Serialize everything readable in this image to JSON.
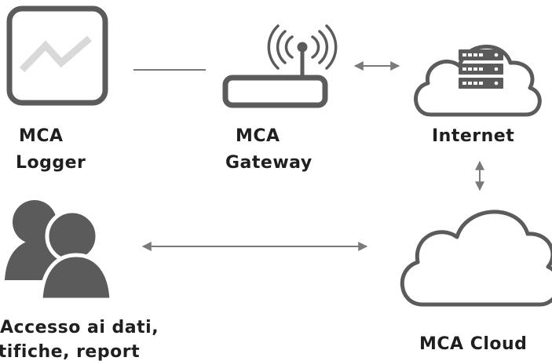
{
  "nodes": {
    "logger": {
      "label_line1": "MCA",
      "label_line2": "Logger"
    },
    "gateway": {
      "label_line1": "MCA",
      "label_line2": "Gateway"
    },
    "internet": {
      "label": "Internet"
    },
    "users": {
      "label_line1": "Accesso ai dati,",
      "label_line2": "notifiche, report"
    },
    "cloud": {
      "label": "MCA Cloud"
    }
  },
  "icons": {
    "logger": "line-chart-icon",
    "gateway": "wireless-router-icon",
    "internet": "cloud-server-icon",
    "users": "users-icon",
    "cloud": "cloud-icon"
  },
  "colors": {
    "icon_dark": "#5b5b5b",
    "icon_light": "#d9d9d9",
    "connector": "#7a7a7a",
    "text": "#1f1f1f"
  }
}
